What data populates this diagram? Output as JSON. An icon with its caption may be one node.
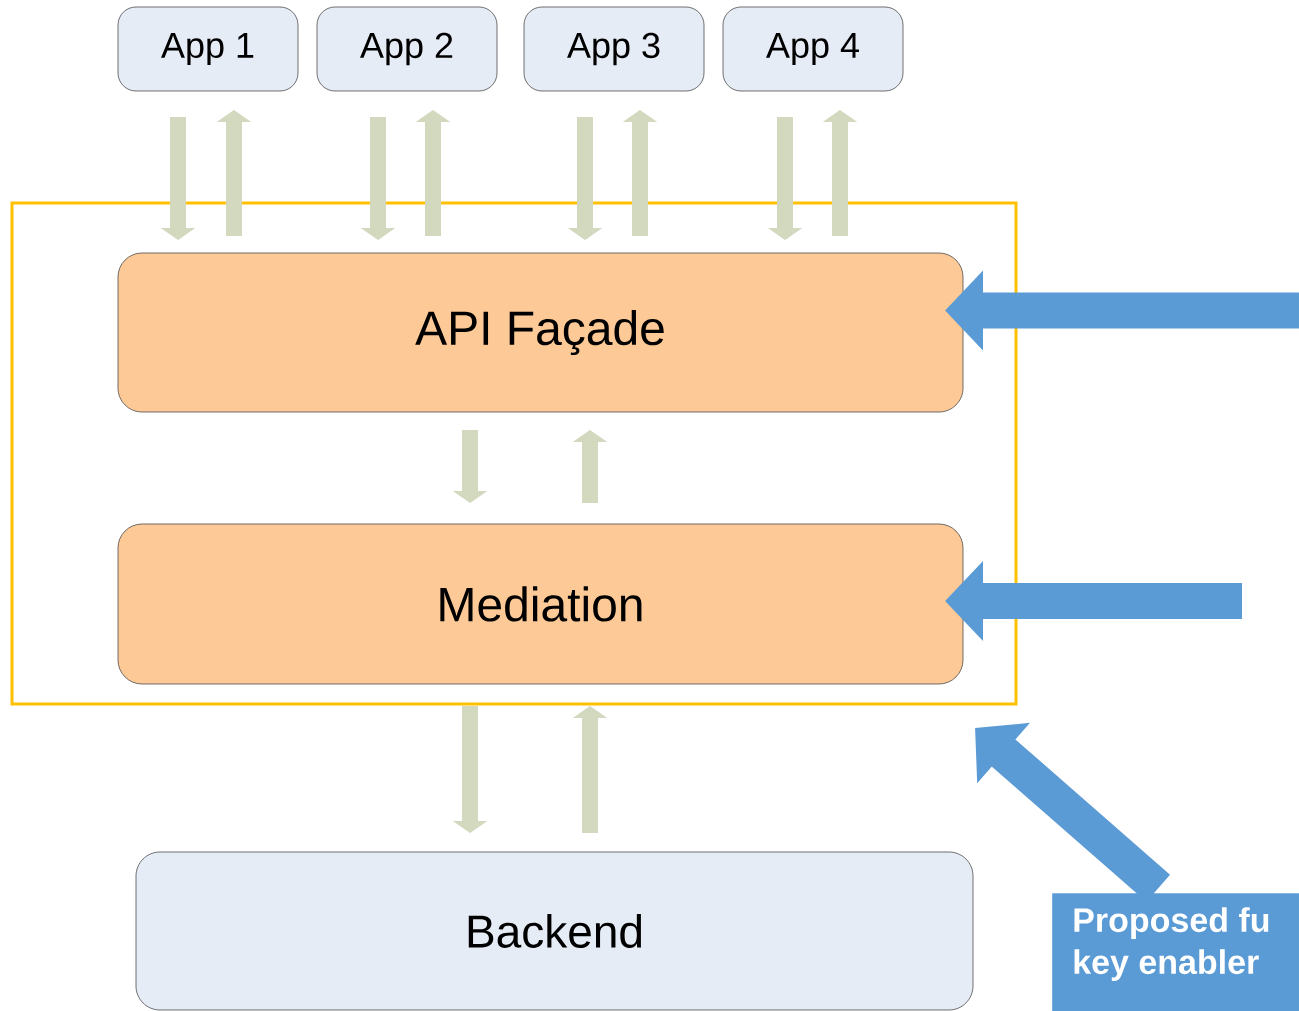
{
  "diagram": {
    "nodes": [
      {
        "text": [
          "App 1"
        ]
      },
      {
        "text": [
          "App 2"
        ]
      },
      {
        "text": [
          "App 3"
        ]
      },
      {
        "text": [
          "App 4"
        ]
      },
      {
        "text": [],
        "shape": "box"
      },
      {
        "text": [
          "API Façade"
        ],
        "in": 4
      },
      {
        "text": [
          "Mediation"
        ],
        "in": 4
      },
      {
        "text": [
          "Backend"
        ]
      },
      {
        "text": [
          "Proposed fu key enabler"
        ]
      }
    ],
    "edges": [
      {
        "from": 0,
        "to": 5,
        "arrow": "to"
      },
      {
        "from": 5,
        "to": 0,
        "arrow": "to"
      },
      {
        "from": 1,
        "to": 5,
        "arrow": "to"
      },
      {
        "from": 5,
        "to": 1,
        "arrow": "to"
      },
      {
        "from": 2,
        "to": 5,
        "arrow": "to"
      },
      {
        "from": 5,
        "to": 2,
        "arrow": "to"
      },
      {
        "from": 3,
        "to": 5,
        "arrow": "to"
      },
      {
        "from": 5,
        "to": 3,
        "arrow": "to"
      },
      {
        "from": 5,
        "to": 6,
        "arrow": "to"
      },
      {
        "from": 6,
        "to": 5,
        "arrow": "to"
      },
      {
        "from": 6,
        "to": 7,
        "arrow": "to"
      },
      {
        "from": 7,
        "to": 6,
        "arrow": "to"
      },
      {
        "from": null,
        "to": 5,
        "arrow": "to",
        "style": "thick",
        "color": "#5b9bd5"
      },
      {
        "from": null,
        "to": 6,
        "arrow": "to",
        "style": "thick",
        "color": "#5b9bd5"
      },
      {
        "from": 8,
        "to": 4,
        "arrow": "to",
        "style": "thick",
        "color": "#5b9bd5"
      }
    ]
  }
}
